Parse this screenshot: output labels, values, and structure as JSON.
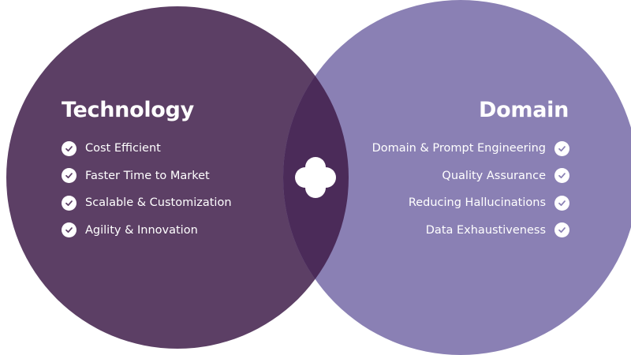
{
  "colors": {
    "background": "#ffffff",
    "technology_circle": "#5c3f65",
    "domain_circle": "#8a80b4",
    "overlap": "#4b2b59",
    "text": "#ffffff"
  },
  "technology": {
    "title": "Technology",
    "items": [
      {
        "label": "Cost Efficient",
        "icon": "check-circle-icon"
      },
      {
        "label": "Faster Time to Market",
        "icon": "check-circle-icon"
      },
      {
        "label": "Scalable & Customization",
        "icon": "check-circle-icon"
      },
      {
        "label": "Agility & Innovation",
        "icon": "check-circle-icon"
      }
    ]
  },
  "domain": {
    "title": "Domain",
    "items": [
      {
        "label": "Domain & Prompt Engineering",
        "icon": "check-circle-icon"
      },
      {
        "label": "Quality Assurance",
        "icon": "check-circle-icon"
      },
      {
        "label": "Reducing Hallucinations",
        "icon": "check-circle-icon"
      },
      {
        "label": "Data Exhaustiveness",
        "icon": "check-circle-icon"
      }
    ]
  },
  "center_icon": "plus-icon"
}
